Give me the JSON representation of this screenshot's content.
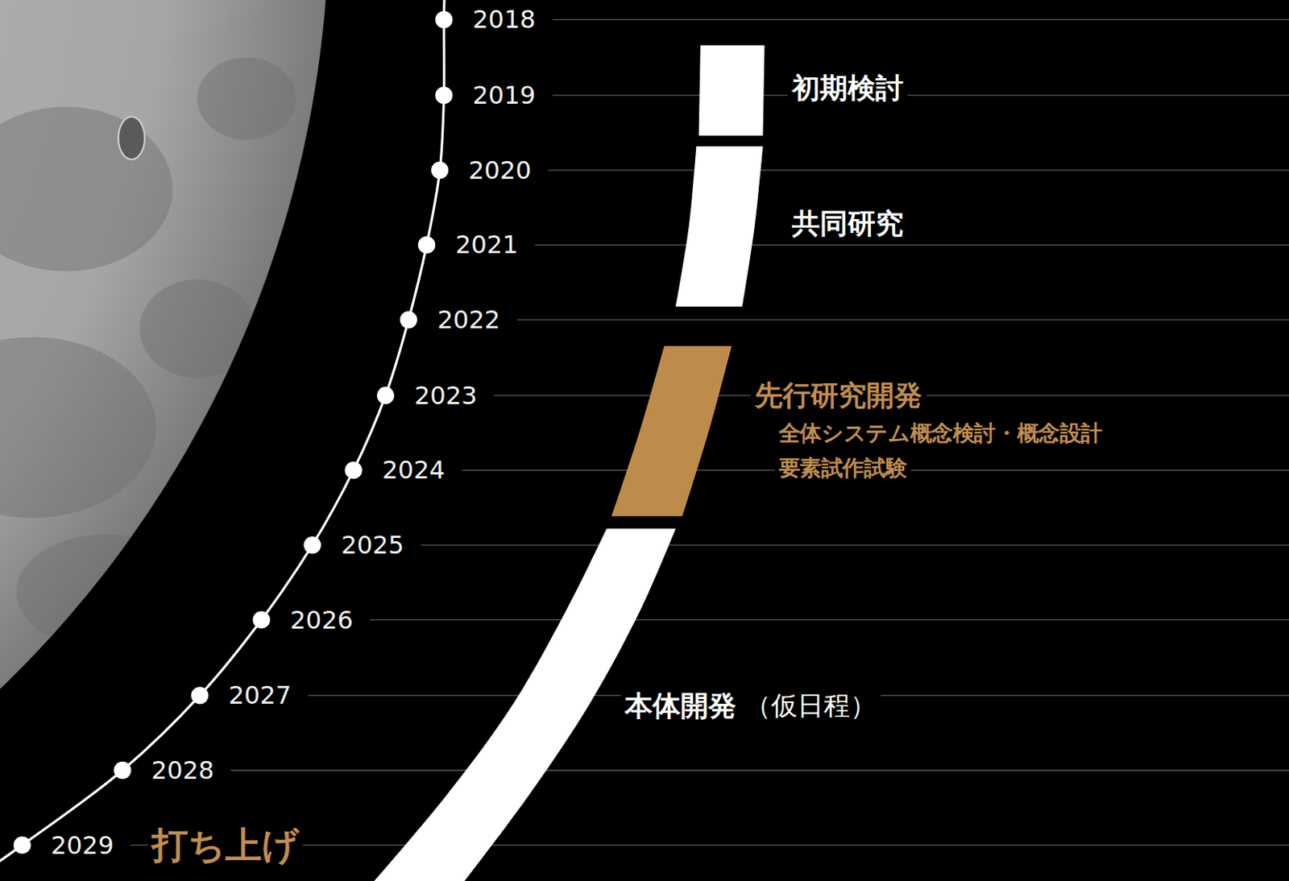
{
  "diagram": {
    "nodes": [
      {
        "text": [
          "初期検討"
        ]
      },
      {
        "text": [
          "共同研究"
        ]
      },
      {
        "text": [
          "先行研究開発",
          "全体システム概念検討・概念設計",
          "要素試作試験"
        ]
      },
      {
        "text": [
          "本体開発",
          "（仮日程）"
        ]
      }
    ],
    "labels": [
      "2018",
      "2019",
      "2020",
      "2021",
      "2022",
      "2023",
      "2024",
      "2025",
      "2026",
      "2027",
      "2028",
      "2029",
      "打ち上げ"
    ]
  }
}
